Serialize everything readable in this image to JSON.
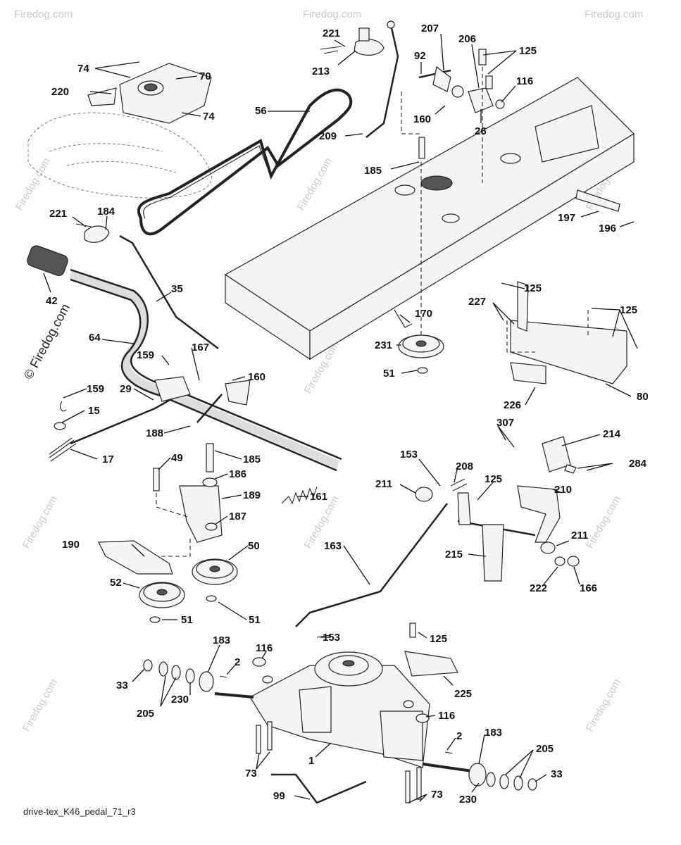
{
  "watermark": {
    "text": "© Firedog.com",
    "short": "Firedog.com"
  },
  "caption": "drive-tex_K46_pedal_71_r3",
  "part_labels": {
    "p74a": "74",
    "p70": "70",
    "p220": "220",
    "p74b": "74",
    "p221a": "221",
    "p213": "213",
    "p56": "56",
    "p207": "207",
    "p92": "92",
    "p206": "206",
    "p125a": "125",
    "p116a": "116",
    "p160a": "160",
    "p26": "26",
    "p209": "209",
    "p185a": "185",
    "p197": "197",
    "p196": "196",
    "p221b": "221",
    "p184": "184",
    "p42": "42",
    "p35": "35",
    "p125b": "125",
    "p227": "227",
    "p125c": "125",
    "p170": "170",
    "p231": "231",
    "p51a": "51",
    "p80": "80",
    "p226": "226",
    "p64": "64",
    "p159a": "159",
    "p167": "167",
    "p160b": "160",
    "p159b": "159",
    "p29": "29",
    "p15": "15",
    "p188": "188",
    "p17": "17",
    "p307": "307",
    "p214": "214",
    "p284": "284",
    "p49": "49",
    "p185b": "185",
    "p186": "186",
    "p189": "189",
    "p161": "161",
    "p187": "187",
    "p153a": "153",
    "p208": "208",
    "p211a": "211",
    "p125d": "125",
    "p210": "210",
    "p190": "190",
    "p50": "50",
    "p163": "163",
    "p215": "215",
    "p211b": "211",
    "p222": "222",
    "p166": "166",
    "p52": "52",
    "p51b": "51",
    "p51c": "51",
    "p183a": "183",
    "p116b": "116",
    "p2a": "2",
    "p153b": "153",
    "p125e": "125",
    "p33a": "33",
    "p205a": "205",
    "p230a": "230",
    "p225": "225",
    "p116c": "116",
    "p2b": "2",
    "p183b": "183",
    "p1": "1",
    "p73a": "73",
    "p205b": "205",
    "p33b": "33",
    "p99": "99",
    "p230b": "230",
    "p73b": "73"
  }
}
